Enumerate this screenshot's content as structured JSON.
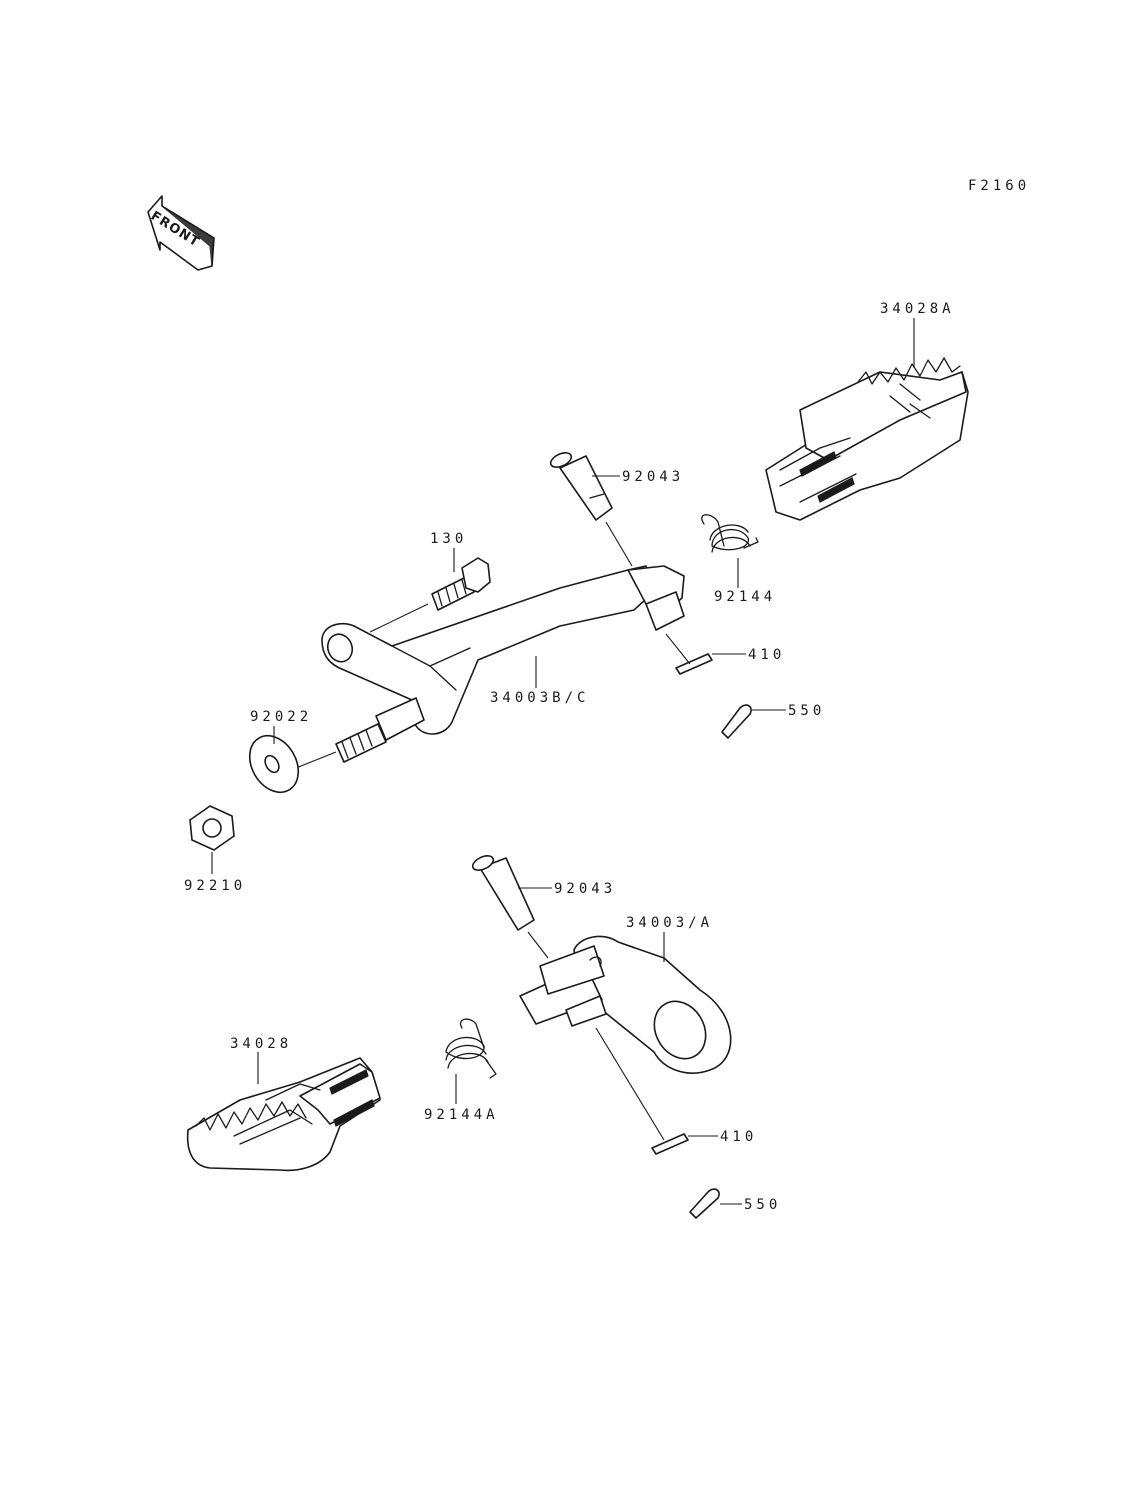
{
  "figure_code": "F2160",
  "front_label": "FRONT",
  "colors": {
    "ink": "#1a1a1a",
    "paper": "#ffffff"
  },
  "callouts": {
    "p34028A": "34028A",
    "p92043_top": "92043",
    "p130": "130",
    "p92144": "92144",
    "p410_top": "410",
    "p34003BC": "34003B/C",
    "p550_top": "550",
    "p92022": "92022",
    "p92210": "92210",
    "p92043_bottom": "92043",
    "p34003A": "34003/A",
    "p34028": "34028",
    "p92144A": "92144A",
    "p410_bottom": "410",
    "p550_bottom": "550"
  }
}
